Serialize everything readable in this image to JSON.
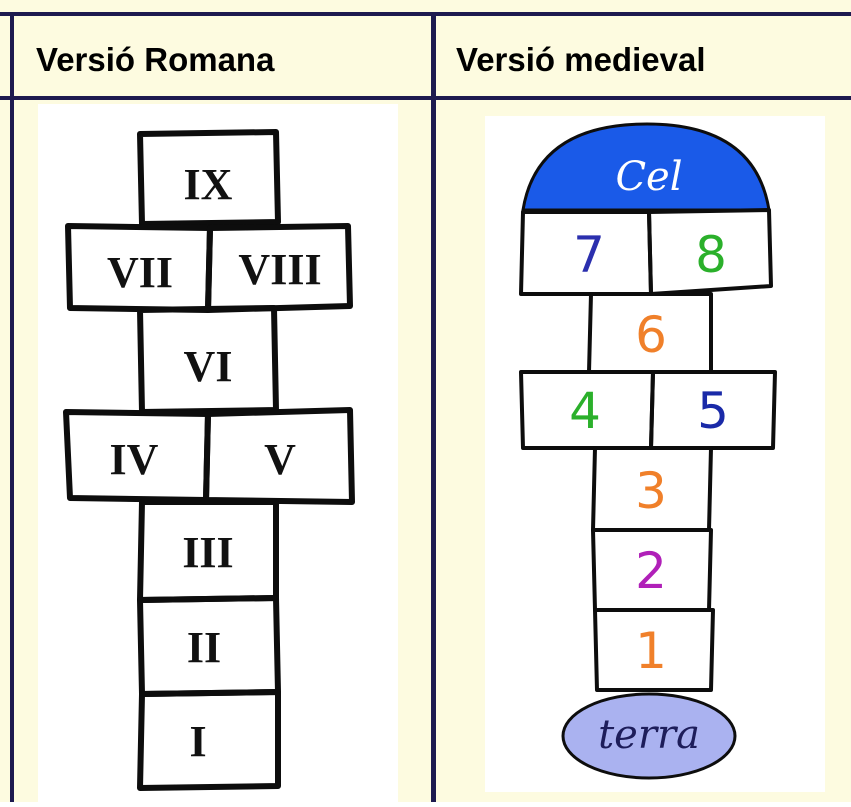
{
  "headers": {
    "left": "Versió Romana",
    "right": "Versió medieval"
  },
  "roman": {
    "boxes": [
      "IX",
      "VII",
      "VIII",
      "VI",
      "IV",
      "V",
      "III",
      "II",
      "I"
    ]
  },
  "medieval": {
    "sky_label": "Cel",
    "ground_label": "terra",
    "numbers": [
      "7",
      "8",
      "6",
      "4",
      "5",
      "3",
      "2",
      "1"
    ],
    "colors": {
      "sky": "#1a5ae8",
      "ground": "#aab2f0",
      "n7": "#2b2fae",
      "n8": "#2bb02b",
      "n6": "#f0802a",
      "n4": "#2bb02b",
      "n5": "#1a2aa8",
      "n3": "#f0802a",
      "n2": "#b020b8",
      "n1": "#f0802a"
    }
  },
  "colors": {
    "border": "#1d1a4f",
    "cell_bg": "#fdfbe0"
  }
}
